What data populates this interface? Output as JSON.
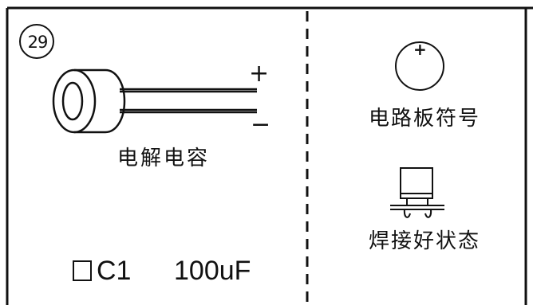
{
  "item_number": "29",
  "component": {
    "label": "电解电容",
    "plus_mark": "+",
    "minus_mark": "−"
  },
  "pcb_symbol": {
    "label": "电路板符号",
    "polarity_mark": "+"
  },
  "solder_state": {
    "label": "焊接好状态"
  },
  "part": {
    "designator": "C1",
    "value": "100uF"
  }
}
